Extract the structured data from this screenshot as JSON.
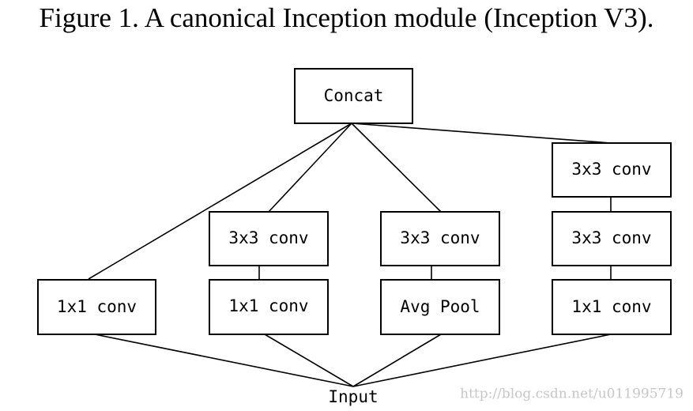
{
  "figure": {
    "caption": "Figure 1. A canonical Inception module (Inception V3)."
  },
  "diagram": {
    "output_node": "Concat",
    "input_node": "Input",
    "branches": [
      {
        "name": "branch-1",
        "layers_bottom_to_top": [
          "1x1 conv"
        ]
      },
      {
        "name": "branch-2",
        "layers_bottom_to_top": [
          "1x1 conv",
          "3x3 conv"
        ]
      },
      {
        "name": "branch-3",
        "layers_bottom_to_top": [
          "Avg Pool",
          "3x3 conv"
        ]
      },
      {
        "name": "branch-4",
        "layers_bottom_to_top": [
          "1x1 conv",
          "3x3 conv",
          "3x3 conv"
        ]
      }
    ]
  },
  "watermark": "http://blog.csdn.net/u011995719"
}
